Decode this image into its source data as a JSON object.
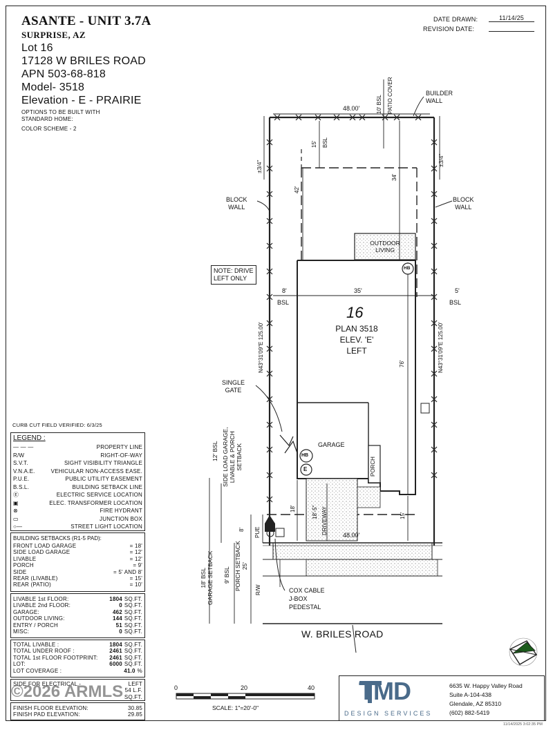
{
  "header": {
    "project": "ASANTE - UNIT 3.7A",
    "city": "SURPRISE, AZ",
    "lot": "Lot 16",
    "address": "17128 W BRILES ROAD",
    "apn": "APN 503-68-818",
    "model": "Model- 3518",
    "elevation": "Elevation - E - PRAIRIE",
    "options_line1": "OPTIONS TO BE BUILT WITH",
    "options_line2": "STANDARD HOME:",
    "color_scheme": "COLOR SCHEME  -  2"
  },
  "dates": {
    "drawn_label": "DATE DRAWN:",
    "drawn_value": "11/14/25",
    "revision_label": "REVISION DATE:",
    "revision_value": ""
  },
  "plan": {
    "lot_number": "16",
    "plan_name": "PLAN 3518",
    "elev": "ELEV. 'E'",
    "handing": "LEFT",
    "outdoor_living": "OUTDOOR\nLIVING",
    "garage": "GARAGE",
    "porch": "PORCH",
    "driveway": "DRIVEWAY",
    "hb": "HB",
    "e": "E",
    "street": "W. BRILES ROAD",
    "note_drive": "NOTE: DRIVE\nLEFT ONLY",
    "builder_wall": "BUILDER\nWALL",
    "block_wall": "BLOCK\nWALL",
    "single_gate": "SINGLE\nGATE",
    "cox_cable": "COX CABLE\nJ-BOX\nPEDESTAL",
    "bsl": "BSL",
    "pue": "PUE",
    "rw": "R/W",
    "patio_cover": "PATIO COVER",
    "side_bsl_left": "N43°31'09\"E 125.00'",
    "side_bsl_right": "N43°31'09\"E 125.00'",
    "dims": {
      "top_width": "48.00'",
      "bottom_width": "48.00'",
      "house_width": "35'",
      "left_setback": "8'",
      "right_setback": "5'",
      "rear_bsl": "10' BSL",
      "rear_15": "15'",
      "rear_34": "34'",
      "rear_42": "42'",
      "depth_76": "76'",
      "front_15": "15'",
      "front_18": "18'",
      "drive_18_5": "18'-5\"",
      "pue_8": "8'",
      "plus_minus_left": "±3/4\"",
      "plus_minus_right": "±3/4\"",
      "side_12_bsl": "12' BSL",
      "side_load_text": "SIDE LOAD GARAGE,\nLIVABLE & PORCH\nSETBACK",
      "garage_setback": "18' BSL\nGARAGE SETBACK",
      "bsl_9": "9' BSL",
      "porch_setback": "PORCH SETBACK\n25'"
    }
  },
  "curb_cut": "CURB CUT FIELD VERIFIED: 6/3/25",
  "legend": {
    "title": "LEGEND :",
    "items": [
      {
        "key": "— — —",
        "label": "PROPERTY LINE"
      },
      {
        "key": "R/W",
        "label": "RIGHT-OF-WAY"
      },
      {
        "key": "S.V.T.",
        "label": "SIGHT VISIBILITY TRIANGLE"
      },
      {
        "key": "V.N.A.E.",
        "label": "VEHICULAR NON-ACCESS EASE."
      },
      {
        "key": "P.U.E.",
        "label": "PUBLIC UTILITY EASEMENT"
      },
      {
        "key": "B.S.L.",
        "label": "BUILDING SETBACK LINE"
      },
      {
        "key": "Ⓔ",
        "label": "ELECTRIC SERVICE LOCATION"
      },
      {
        "key": "▣",
        "label": "ELEC. TRANSFORMER LOCATION"
      },
      {
        "key": "⊗",
        "label": "FIRE HYDRANT"
      },
      {
        "key": "▭",
        "label": "JUNCTION BOX"
      },
      {
        "key": "○—",
        "label": "STREET LIGHT LOCATION"
      }
    ]
  },
  "setbacks": {
    "title": "BUILDING SETBACKS (R1-5 PAD):",
    "rows": [
      {
        "label": "FRONT LOAD GARAGE",
        "value": "= 18'"
      },
      {
        "label": "SIDE LOAD GARAGE",
        "value": "= 12'"
      },
      {
        "label": "LIVABLE",
        "value": "= 12'"
      },
      {
        "label": "PORCH",
        "value": "= 9'"
      },
      {
        "label": "SIDE",
        "value": "= 5' AND 8'"
      },
      {
        "label": "REAR (LIVABLE)",
        "value": "= 15'"
      },
      {
        "label": "REAR (PATIO)",
        "value": "= 10'"
      }
    ]
  },
  "areas": [
    {
      "label": "LIVABLE 1st FLOOR:",
      "value": "1804",
      "unit": "SQ.FT."
    },
    {
      "label": "LIVABLE 2nd FLOOR:",
      "value": "0",
      "unit": "SQ.FT."
    },
    {
      "label": "GARAGE:",
      "value": "462",
      "unit": "SQ.FT."
    },
    {
      "label": "OUTDOOR LIVING:",
      "value": "144",
      "unit": "SQ.FT."
    },
    {
      "label": "ENTRY / PORCH",
      "value": "51",
      "unit": "SQ.FT."
    },
    {
      "label": "MISC:",
      "value": "0",
      "unit": "SQ.FT."
    }
  ],
  "totals": [
    {
      "label": "TOTAL LIVABLE :",
      "value": "1804",
      "unit": "SQ.FT."
    },
    {
      "label": "TOTAL UNDER ROOF :",
      "value": "2461",
      "unit": "SQ.FT."
    },
    {
      "label": "TOTAL 1st FLOOR FOOTPRINT:",
      "value": "2461",
      "unit": "SQ.FT."
    },
    {
      "label": "LOT:",
      "value": "6000",
      "unit": "SQ.FT."
    },
    {
      "label": "LOT COVERAGE :",
      "value": "41.0",
      "unit": "%"
    }
  ],
  "electrical": [
    {
      "label": "SIDE FOR ELECTRICAL -",
      "value": "LEFT"
    },
    {
      "label": "",
      "value": "54 L.F."
    },
    {
      "label": "",
      "value": "SQ.FT."
    }
  ],
  "elevations": [
    {
      "label": "FINISH FLOOR ELEVATION:",
      "value": "30.85"
    },
    {
      "label": "FINISH PAD ELEVATION:",
      "value": "29.85"
    }
  ],
  "watermark": "©2026 ARMLS",
  "scale": {
    "ticks": [
      "0",
      "20",
      "40"
    ],
    "label": "SCALE:  1\"=20'-0\""
  },
  "company": {
    "logo": "TMD",
    "tagline": "DESIGN SERVICES",
    "address1": "6635 W. Happy Valley Road",
    "address2": "Suite A-104-438",
    "address3": "Glendale, AZ 85310",
    "phone": "(602) 882-5419"
  },
  "footer_stamp": "11/14/2025 3:02:35 PM"
}
